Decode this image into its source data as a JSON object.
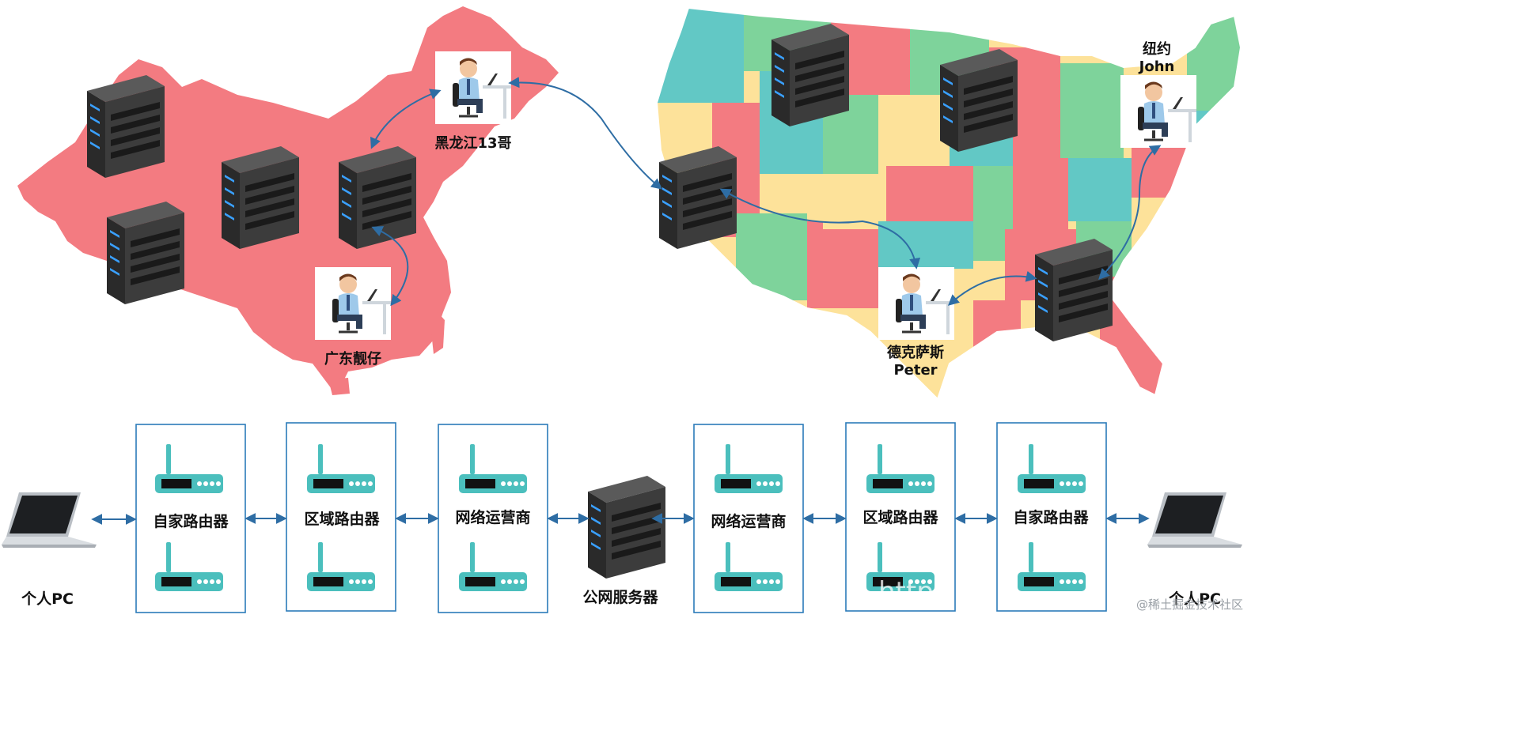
{
  "china_map": {
    "people": [
      {
        "name": "黑龙江13哥"
      },
      {
        "name": "广东靓仔"
      }
    ]
  },
  "usa_map": {
    "people": [
      {
        "name_line1": "纽约",
        "name_line2": "John"
      },
      {
        "name_line1": "德克萨斯",
        "name_line2": "Peter"
      }
    ]
  },
  "flow": {
    "left_pc": "个人PC",
    "right_pc": "个人PC",
    "center_server": "公网服务器",
    "boxes": [
      {
        "label": "自家路由器"
      },
      {
        "label": "区域路由器"
      },
      {
        "label": "网络运营商"
      },
      {
        "label": "网络运营商"
      },
      {
        "label": "区域路由器"
      },
      {
        "label": "自家路由器"
      }
    ]
  },
  "watermark": {
    "site": "@稀土掘金技术社区",
    "url_fragment": "https://"
  },
  "colors": {
    "china": "#f37b81",
    "usa_states": [
      "#f37b81",
      "#7ed39b",
      "#62c8c5",
      "#fde29a"
    ],
    "arrow": "#2e6da4",
    "box_border": "#2b7bb9",
    "router": "#4bbfbd",
    "server": "#3a3a3a"
  },
  "icons": [
    "server-icon",
    "person-at-desk-icon",
    "router-icon",
    "laptop-icon"
  ]
}
